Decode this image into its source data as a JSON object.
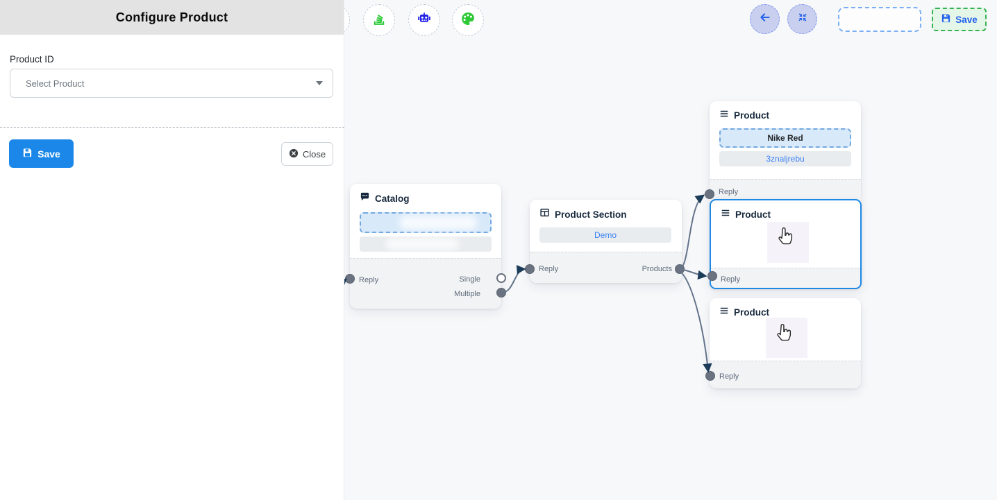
{
  "panel": {
    "title": "Configure Product",
    "field_label": "Product ID",
    "select_placeholder": "Select Product",
    "save_label": "Save",
    "close_label": "Close"
  },
  "toolbar": {
    "left_icons": [
      "clipped-circle",
      "stack-icon",
      "robot-icon",
      "palette-icon"
    ],
    "right_icons": [
      "back-arrow-icon",
      "fit-view-icon"
    ],
    "save_label": "Save"
  },
  "nodes": {
    "catalog": {
      "title": "Catalog",
      "icon": "chat-icon",
      "reply": "Reply",
      "single": "Single",
      "multiple": "Multiple"
    },
    "product_section": {
      "title": "Product Section",
      "icon": "table-icon",
      "option": "Demo",
      "reply": "Reply",
      "products": "Products"
    },
    "product_top": {
      "title": "Product",
      "icon": "menu-icon",
      "option_primary": "Nike Red",
      "option_secondary": "3znaljrebu",
      "reply": "Reply"
    },
    "product_middle": {
      "title": "Product",
      "icon": "menu-icon",
      "reply": "Reply"
    },
    "product_bottom": {
      "title": "Product",
      "icon": "menu-icon",
      "reply": "Reply"
    }
  },
  "colors": {
    "primary_blue": "#1b88e9",
    "selection_blue": "#1e88e5",
    "link_blue": "#3b82f6",
    "accent_green": "#2dc937",
    "robot_blue": "#2323e8",
    "node_ink": "#16283c",
    "edge_gray": "#64748b",
    "arrow_navy": "#1c3d5a",
    "canvas_bg": "#f7f8fa",
    "header_gray": "#e3e3e3"
  }
}
